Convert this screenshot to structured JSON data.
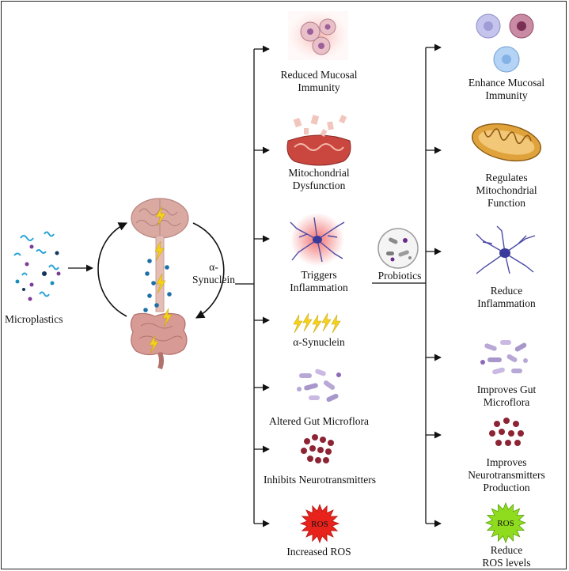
{
  "left": {
    "source_label": "Microplastics",
    "pathway_label": "α-\nSynuclein"
  },
  "effects": [
    {
      "label": "Reduced Mucosal\nImmunity",
      "icon": "immune-cells-icon"
    },
    {
      "label": "Mitochondrial\nDysfunction",
      "icon": "damaged-mitochondrion-icon"
    },
    {
      "label": "Triggers\nInflammation",
      "icon": "inflamed-neuron-icon"
    },
    {
      "label": "α-Synuclein",
      "icon": "lightning-bolts-icon"
    },
    {
      "label": "Altered Gut Microflora",
      "icon": "bacteria-icon"
    },
    {
      "label": "Inhibits Neurotransmitters",
      "icon": "neurotransmitter-dots-icon"
    },
    {
      "label": "Increased ROS",
      "icon": "ros-burst-red-icon",
      "badge": "ROS"
    }
  ],
  "intervention": {
    "label": "Probiotics",
    "icon": "probiotics-dish-icon"
  },
  "benefits": [
    {
      "label": "Enhance Mucosal\nImmunity",
      "icon": "immune-cells-icon"
    },
    {
      "label": "Regulates\nMitochondrial\nFunction",
      "icon": "mitochondrion-icon"
    },
    {
      "label": "Reduce\nInflammation",
      "icon": "neuron-icon"
    },
    {
      "label": "Improves Gut\nMicroflora",
      "icon": "bacteria-icon"
    },
    {
      "label": "Improves\nNeurotransmitters\nProduction",
      "icon": "neurotransmitter-dots-icon"
    },
    {
      "label": "Reduce\nROS levels",
      "icon": "ros-burst-green-icon",
      "badge": "ROS"
    }
  ],
  "colors": {
    "arrow": "#111111",
    "ros_bad": "#e8231c",
    "ros_good": "#8fdc1e",
    "bolt": "#f7d21c",
    "brain": "#d9a9a2",
    "gut": "#d89a94",
    "mito": "#e0a23a",
    "dots": "#8d2434",
    "neuron": "#4b4ba6",
    "bacteria": "#b7a8d6"
  }
}
